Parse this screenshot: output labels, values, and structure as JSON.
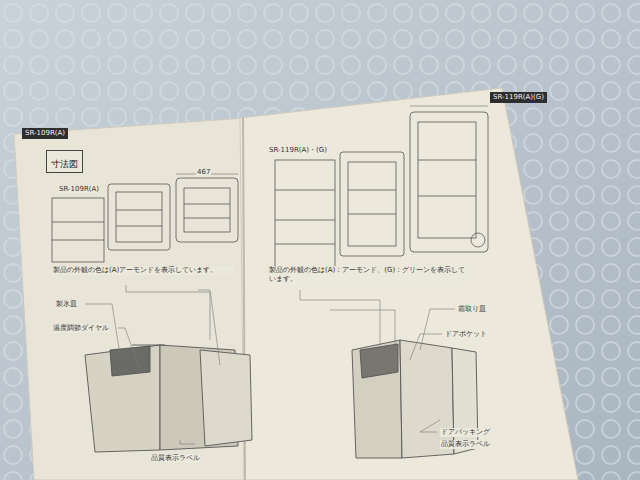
{
  "diagram": {
    "nodes": [
      {
        "text": [
          "寸法図"
        ]
      }
    ],
    "labels": [
      "SR-109R(A)",
      "SR-119R(A)(G)",
      "SR-109R(A)",
      "SR-119R(A)・(G)",
      "467",
      "製品の外観の色は(A)アーモンドを表示しています。",
      "製品の外観の色は(A)：アーモンド、(G)：グリーンを表示しています。",
      "製氷皿",
      "温度調節ダイヤル",
      "霜取り皿",
      "ドアポケット",
      "ドアパッキング",
      "品質表示ラベル",
      "品質表示ラベル"
    ]
  }
}
